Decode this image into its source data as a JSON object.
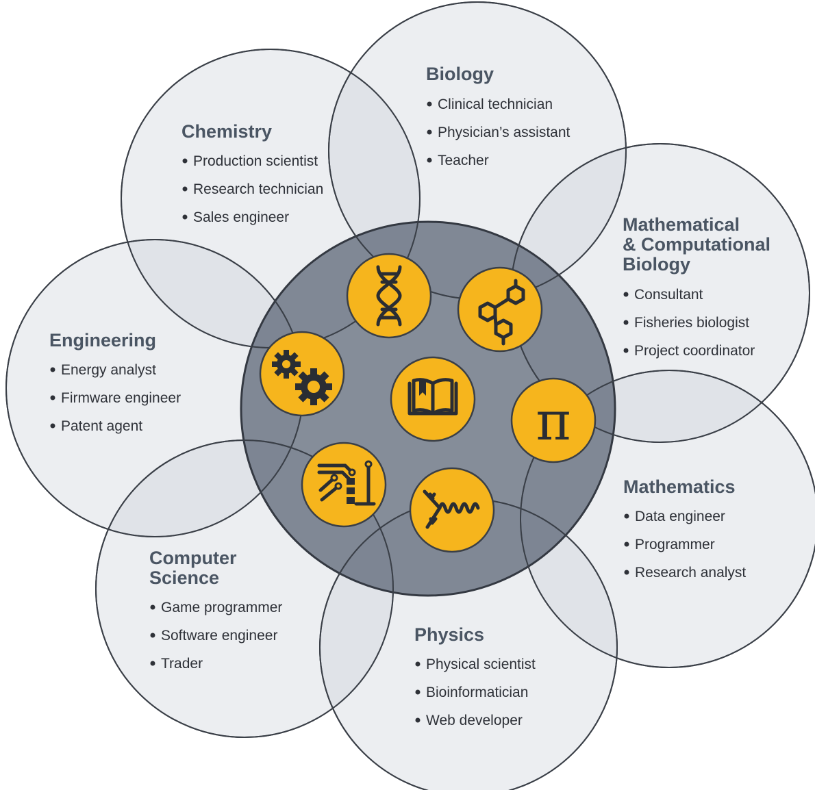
{
  "center_icon": "open-book-icon",
  "fields": [
    {
      "id": "chemistry",
      "title": [
        "Chemistry"
      ],
      "careers": [
        "Production scientist",
        "Research technician",
        "Sales engineer"
      ],
      "icon": "dna-icon"
    },
    {
      "id": "biology",
      "title": [
        "Biology"
      ],
      "careers": [
        "Clinical technician",
        "Physician’s assistant",
        "Teacher"
      ],
      "icon": "molecule-icon"
    },
    {
      "id": "math-comp-bio",
      "title": [
        "Mathematical",
        "& Computational",
        "Biology"
      ],
      "careers": [
        "Consultant",
        "Fisheries biologist",
        "Project coordinator"
      ],
      "icon": "pi-icon"
    },
    {
      "id": "mathematics",
      "title": [
        "Mathematics"
      ],
      "careers": [
        "Data engineer",
        "Programmer",
        "Research analyst"
      ],
      "icon": "feynman-diagram-icon"
    },
    {
      "id": "physics",
      "title": [
        "Physics"
      ],
      "careers": [
        "Physical scientist",
        "Bioinformatician",
        "Web developer"
      ],
      "icon": "circuit-icon"
    },
    {
      "id": "computer-science",
      "title": [
        "Computer",
        "Science"
      ],
      "careers": [
        "Game programmer",
        "Software engineer",
        "Trader"
      ],
      "icon": "gears-icon"
    },
    {
      "id": "engineering",
      "title": [
        "Engineering"
      ],
      "careers": [
        "Energy analyst",
        "Firmware engineer",
        "Patent agent"
      ],
      "icon": ""
    }
  ],
  "colors": {
    "accent": "#f6b51d",
    "hub": "#6b7585",
    "petal": "#e4e7ec",
    "title": "#4a5563",
    "text": "#2e3138"
  }
}
